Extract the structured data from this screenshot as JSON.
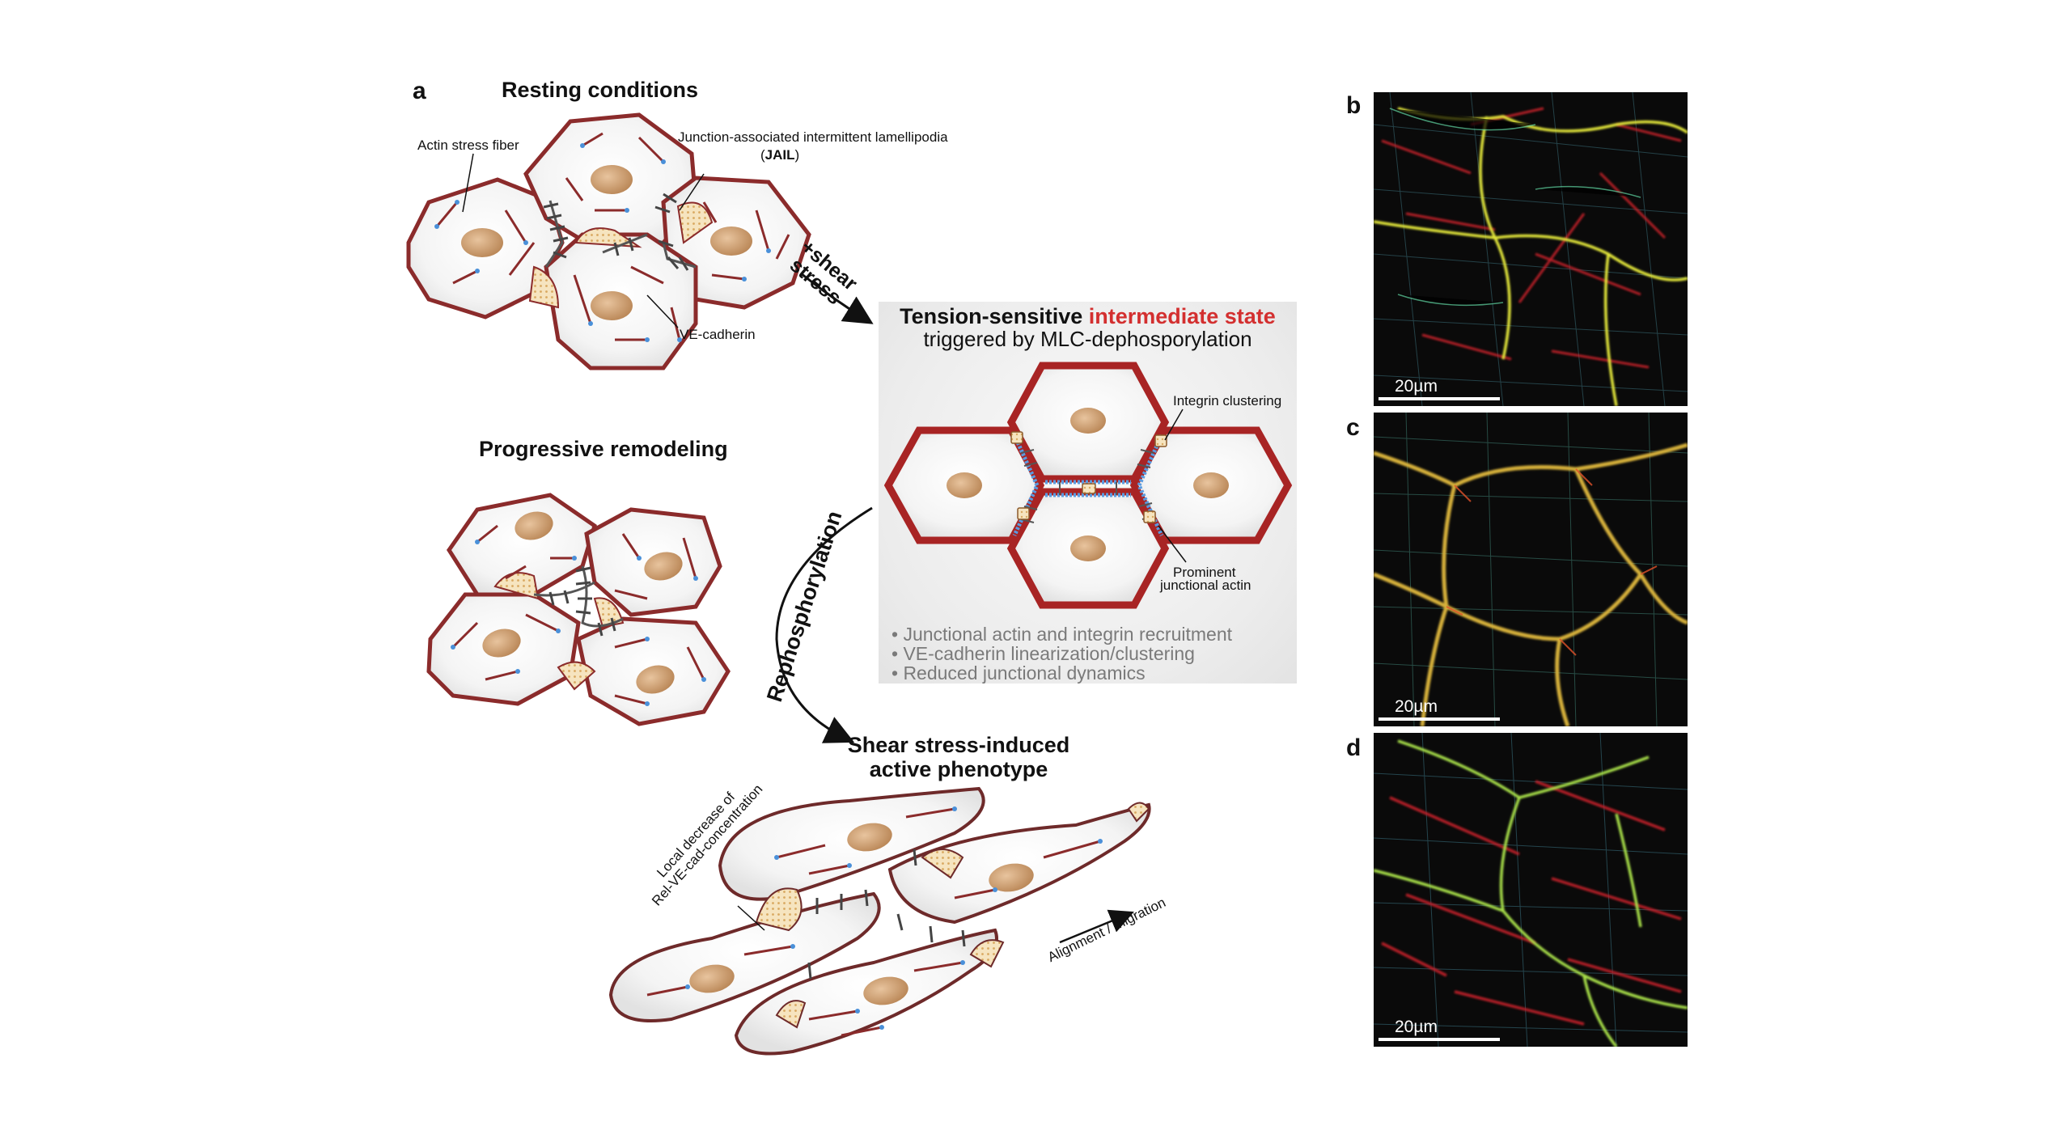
{
  "panels": {
    "a": "a",
    "b": "b",
    "c": "c",
    "d": "d"
  },
  "resting": {
    "title": "Resting conditions",
    "labels": {
      "actin": "Actin stress fiber",
      "jail_line1": "Junction-associated intermittent lamellipodia",
      "jail_open": "(",
      "jail_bold": "JAIL",
      "jail_close": ")",
      "vecad": "VE-cadherin"
    }
  },
  "arrow_shear": {
    "line1": "+shear",
    "line2": "stress"
  },
  "intermediate": {
    "title_black": "Tension-sensitive ",
    "title_red": "intermediate state",
    "subtitle": "triggered by MLC-dephosporylation",
    "labels": {
      "integrin": "Integrin clustering",
      "actin1": "Prominent",
      "actin2": "junctional actin"
    },
    "bullets": [
      "• Junctional actin and integrin recruitment",
      "• VE-cadherin linearization/clustering",
      "• Reduced junctional dynamics"
    ],
    "colors": {
      "title_red": "#d32f2f",
      "bullet_gray": "#7a7a7a"
    }
  },
  "progressive": {
    "title": "Progressive remodeling"
  },
  "arrow_rephos": {
    "label": "Rephosphorylation"
  },
  "active": {
    "title1": "Shear stress-induced",
    "title2": "active phenotype",
    "labels": {
      "local1": "Local decrease of",
      "local2": "Rel-VE-cad-concentration",
      "align": "Alignment / migration"
    }
  },
  "micrographs": {
    "scale": "20µm"
  },
  "colors": {
    "membrane": "#8b2b2b",
    "nucleus": "#c9966b",
    "junction_blue": "#4a90d9",
    "lamellipodia": "#f1d9a8"
  }
}
